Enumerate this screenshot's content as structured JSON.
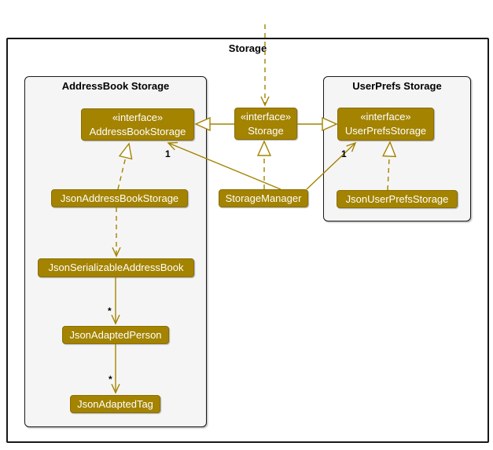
{
  "diagram": {
    "package_title": "Storage",
    "containers": {
      "addressbook": {
        "title": "AddressBook Storage"
      },
      "userprefs": {
        "title": "UserPrefs Storage"
      }
    },
    "boxes": {
      "addressBookStorage": {
        "stereotype": "«interface»",
        "name": "AddressBookStorage"
      },
      "storage": {
        "stereotype": "«interface»",
        "name": "Storage"
      },
      "userPrefsStorage": {
        "stereotype": "«interface»",
        "name": "UserPrefsStorage"
      },
      "jsonAddressBookStorage": {
        "name": "JsonAddressBookStorage"
      },
      "storageManager": {
        "name": "StorageManager"
      },
      "jsonUserPrefsStorage": {
        "name": "JsonUserPrefsStorage"
      },
      "jsonSerializableAddressBook": {
        "name": "JsonSerializableAddressBook"
      },
      "jsonAdaptedPerson": {
        "name": "JsonAdaptedPerson"
      },
      "jsonAdaptedTag": {
        "name": "JsonAdaptedTag"
      }
    },
    "labels": {
      "manager_to_addressbookstorage_multiplicity": "1",
      "manager_to_userprefsstorage_multiplicity": "1",
      "serializable_to_person_multiplicity": "*",
      "person_to_tag_multiplicity": "*"
    },
    "colors": {
      "accent": "#A38300",
      "box_text": "#FFFFFF",
      "container_fill": "#F5F5F5",
      "border_black": "#181818"
    }
  }
}
